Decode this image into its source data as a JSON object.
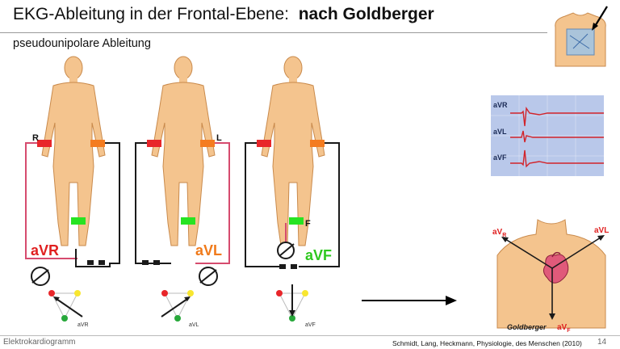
{
  "slide": {
    "title_main": "EKG-Ableitung in der Frontal-Ebene:",
    "title_bold": "nach Goldberger",
    "subtitle": "pseudounipolare Ableitung",
    "footer_left": "Elektrokardiogramm",
    "footer_reference": "Schmidt, Lang, Heckmann, Physiologie, des Menschen (2010)",
    "page_number": "14"
  },
  "figures": {
    "avr": {
      "lead_label": "aVR",
      "limb_label": "R",
      "small_label": "aVR"
    },
    "avl": {
      "lead_label": "aVL",
      "limb_label": "L",
      "small_label": "aVL"
    },
    "avf": {
      "lead_label": "aVF",
      "limb_label": "F",
      "small_label": "aVF"
    }
  },
  "ecg_panel": {
    "traces": [
      {
        "label": "aVR",
        "direction": "negative"
      },
      {
        "label": "aVL",
        "direction": "biphasic"
      },
      {
        "label": "aVF",
        "direction": "positive"
      }
    ]
  },
  "chest_figure": {
    "label_avr": "aV",
    "label_avr_sub": "R",
    "label_avl": "aVL",
    "label_avf": "aV",
    "label_avf_sub": "F",
    "caption": "Goldberger"
  },
  "colors": {
    "skin": "#f4c48e",
    "skin_outline": "#c98a4c",
    "red_electrode": "#e8262a",
    "orange_electrode": "#f47c20",
    "green_electrode": "#27e322",
    "wire_red": "#d64b6e",
    "wire_black": "#1a1a1a",
    "label_red": "#e02020",
    "label_orange": "#f07a1a",
    "label_green": "#2ec81e",
    "ecg_bg": "#b9c8ea",
    "ecg_trace": "#d2232a"
  }
}
